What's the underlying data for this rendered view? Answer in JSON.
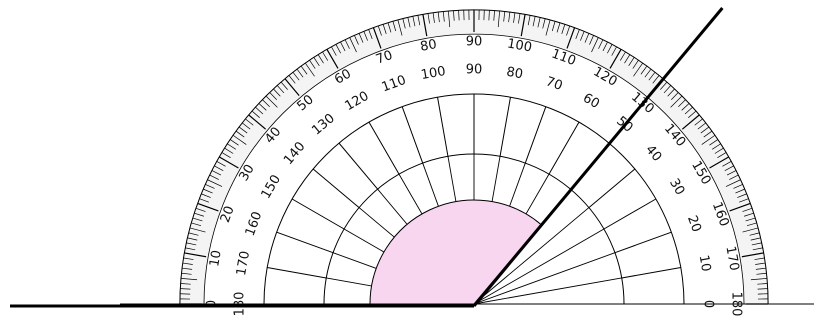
{
  "figure": {
    "protractor": {
      "outer_scale": [
        "0",
        "10",
        "20",
        "30",
        "40",
        "50",
        "60",
        "70",
        "80",
        "90",
        "100",
        "110",
        "120",
        "130",
        "140",
        "150",
        "160",
        "170",
        "180"
      ],
      "inner_scale": [
        "180",
        "170",
        "160",
        "150",
        "140",
        "130",
        "120",
        "110",
        "100",
        "90",
        "80",
        "70",
        "60",
        "50",
        "40",
        "30",
        "20",
        "10",
        "0"
      ]
    },
    "ray_angle_deg": 50,
    "colors": {
      "sector_fill": "#f9d6ef",
      "ink": "#000000",
      "scale_band": "#f2f2f2"
    }
  }
}
